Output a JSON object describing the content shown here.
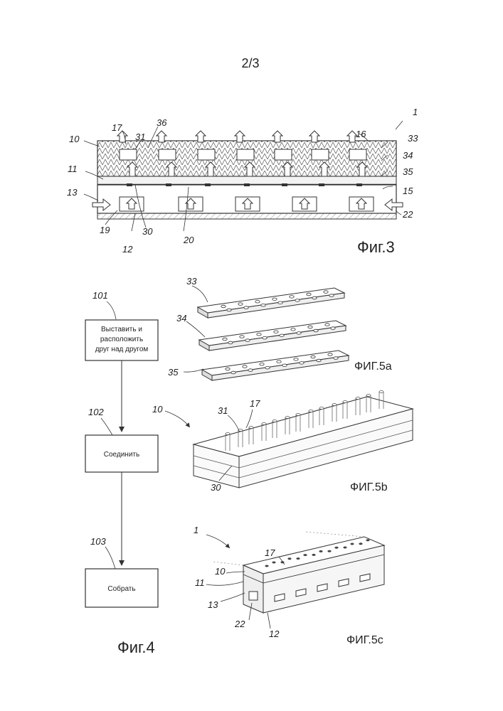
{
  "sheet_number": "2/3",
  "fig3": {
    "title": "Фиг.3",
    "labels": {
      "n1": "1",
      "n10": "10",
      "n11": "11",
      "n12": "12",
      "n13": "13",
      "n15": "15",
      "n16": "16",
      "n17": "17",
      "n19": "19",
      "n20": "20",
      "n22": "22",
      "n30": "30",
      "n31": "31",
      "n33": "33",
      "n34": "34",
      "n35": "35",
      "n36": "36"
    }
  },
  "fig4": {
    "title": "Фиг.4",
    "steps": [
      {
        "number": "101",
        "line1": "Выставить  и",
        "line2": "расположить",
        "line3": "друг над другом"
      },
      {
        "number": "102",
        "text": "Соединить"
      },
      {
        "number": "103",
        "text": "Собрать"
      }
    ]
  },
  "fig5a": {
    "title": "ФИГ.5a",
    "labels": {
      "n33": "33",
      "n34": "34",
      "n35": "35"
    }
  },
  "fig5b": {
    "title": "ФИГ.5b",
    "labels": {
      "n10": "10",
      "n17": "17",
      "n30": "30",
      "n31": "31"
    }
  },
  "fig5c": {
    "title": "ФИГ.5c",
    "labels": {
      "n1": "1",
      "n10": "10",
      "n11": "11",
      "n12": "12",
      "n13": "13",
      "n17": "17",
      "n22": "22"
    }
  }
}
